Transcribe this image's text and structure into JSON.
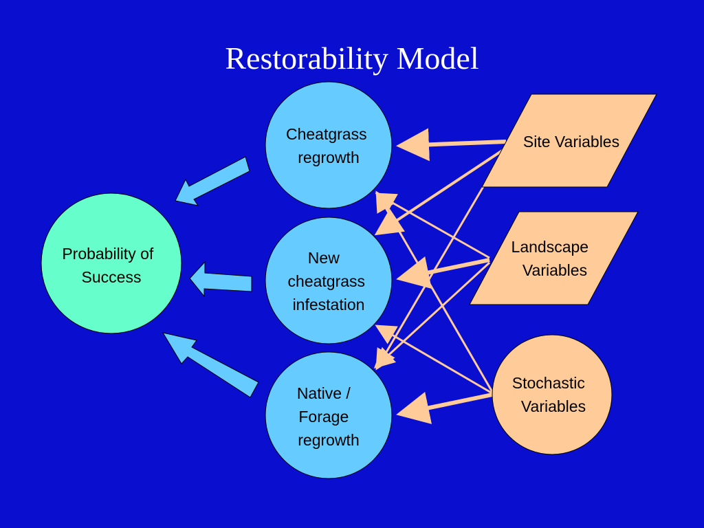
{
  "slide": {
    "title": "Restorability Model"
  },
  "nodes": {
    "probability": {
      "lines": [
        "Probability of",
        "Success"
      ]
    },
    "cheatgrass_regrowth": {
      "lines": [
        "Cheatgrass",
        "regrowth"
      ]
    },
    "new_infestation": {
      "lines": [
        "New",
        "cheatgrass",
        "infestation"
      ]
    },
    "native_regrowth": {
      "lines": [
        "Native /",
        "Forage",
        "regrowth"
      ]
    },
    "site_variables": {
      "lines": [
        "Site Variables"
      ]
    },
    "landscape_variables": {
      "lines": [
        "Landscape",
        "Variables"
      ]
    },
    "stochastic_variables": {
      "lines": [
        "Stochastic",
        "Variables"
      ]
    }
  },
  "colors": {
    "background": "#0a0fcf",
    "outcome_fill": "#66ffcc",
    "process_fill": "#66ccff",
    "variable_fill": "#ffcc99",
    "arrow_peach": "#ffcc99",
    "arrow_blue": "#66ccff"
  }
}
